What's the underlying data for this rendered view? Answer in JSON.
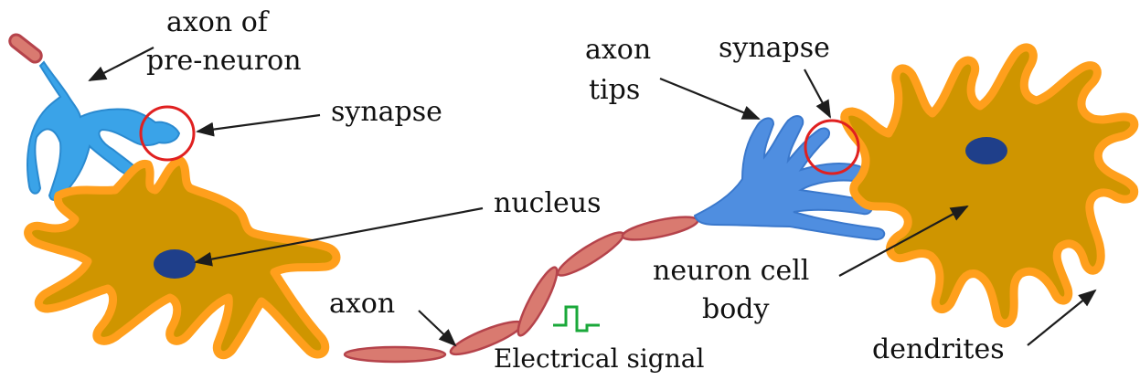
{
  "labels": {
    "axon_of_pre_neuron_line1": "axon of",
    "axon_of_pre_neuron_line2": "pre-neuron",
    "synapse_left": "synapse",
    "nucleus": "nucleus",
    "axon": "axon",
    "electrical_signal": "Electrical signal",
    "axon_tips_line1": "axon",
    "axon_tips_line2": "tips",
    "synapse_right": "synapse",
    "neuron_cell_body_line1": "neuron cell",
    "neuron_cell_body_line2": "body",
    "dendrites": "dendrites"
  },
  "colors": {
    "cell_body": "#cf9500",
    "cell_outline": "#ff9f1c",
    "nucleus": "#1f3f8a",
    "axon_terminal": "#3aa3e8",
    "axon_terminal_right": "#4f8ee0",
    "myelin": "#d97a70",
    "myelin_outline": "#b5434b",
    "synapse_circle": "#e02020",
    "signal": "#1aa83a",
    "arrow": "#1d1d1d"
  }
}
